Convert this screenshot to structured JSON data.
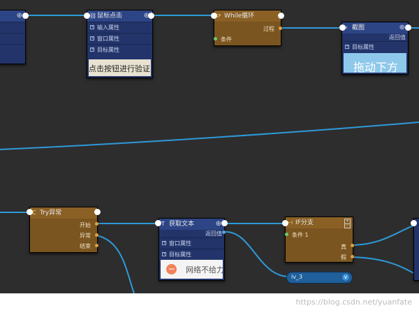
{
  "nodes": {
    "partial": {
      "target_icon": "⊕"
    },
    "mouse_click": {
      "title": "鼠标点击",
      "icon": "mouse-click-icon",
      "target_icon": "⊕",
      "props": [
        "输入属性",
        "窗口属性",
        "目标属性"
      ],
      "preview_text": "点击按钮进行验证"
    },
    "while_loop": {
      "title": "While循环",
      "icon": "loop-icon",
      "out_label": "过程",
      "in_label": "条件"
    },
    "screenshot": {
      "title": "截图",
      "icon": "crop-icon",
      "target_icon": "⊕",
      "return_label": "返回值",
      "props": [
        "目标属性"
      ],
      "preview_text": "拖动下方"
    },
    "try_except": {
      "title": "Try异常",
      "icon": "try-icon",
      "outputs": [
        "开始",
        "异常",
        "结束"
      ]
    },
    "get_text": {
      "title": "获取文本",
      "icon": "text-icon",
      "target_icon": "⊕",
      "return_label": "返回值",
      "props": [
        "窗口属性",
        "目标属性"
      ],
      "preview_text": "网络不给力"
    },
    "if_branch": {
      "title": "IF分支",
      "icon": "branch-icon",
      "in_label": "条件 1",
      "outputs": [
        "真",
        "假"
      ]
    },
    "variable": {
      "label": "lv_3",
      "expand_icon": "v"
    }
  },
  "colors": {
    "canvas": "#2d2d2d",
    "wire": "#2e9ad8",
    "node_blue": "#22346a",
    "node_orange": "#7a5520",
    "pin": "#e0a040"
  },
  "watermark": "https://blog.csdn.net/yuanfate"
}
